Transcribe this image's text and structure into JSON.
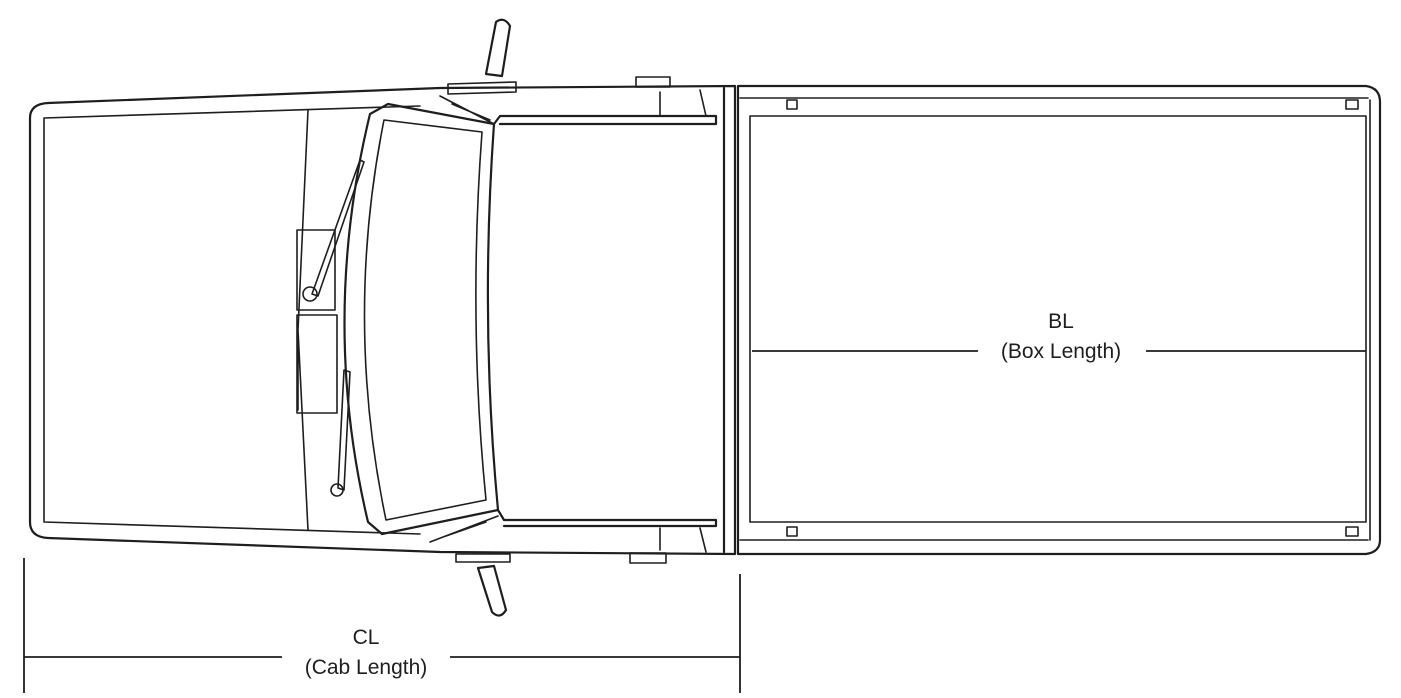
{
  "diagram": {
    "cab_length": {
      "abbr": "CL",
      "name": "(Cab Length)"
    },
    "box_length": {
      "abbr": "BL",
      "name": "(Box Length)"
    }
  }
}
